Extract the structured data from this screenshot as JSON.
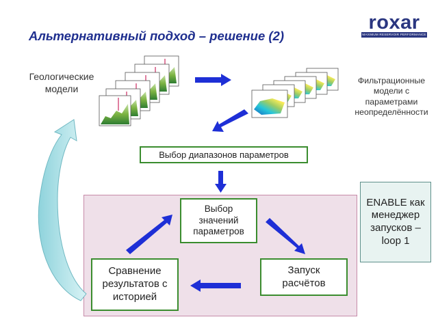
{
  "slide": {
    "title": "Альтернативный подход – решение (2)"
  },
  "logo": {
    "name": "roxar",
    "tagline": "MAXIMUM RESERVOIR PERFORMANCE"
  },
  "labels": {
    "geological_models": "Геологические модели",
    "filtration_models": "Фильтрационные модели с параметрами неопределённости"
  },
  "boxes": {
    "parameter_ranges": "Выбор диапазонов параметров",
    "select_values": "Выбор\nзначений\nпараметров",
    "run_calculations": "Запуск\nрасчётов",
    "compare_history": "Сравнение\nрезультатов с\nисторией"
  },
  "enable_note": "ENABLE как менеджер запусков – loop 1",
  "colors": {
    "title": "#1f2f8f",
    "arrow_blue": "#1e2fd6",
    "box_border": "#3a8c2e",
    "loop_background": "#efe0e9",
    "enable_background": "#e8f3f1",
    "cycle_arrow": "#aee4ea"
  }
}
